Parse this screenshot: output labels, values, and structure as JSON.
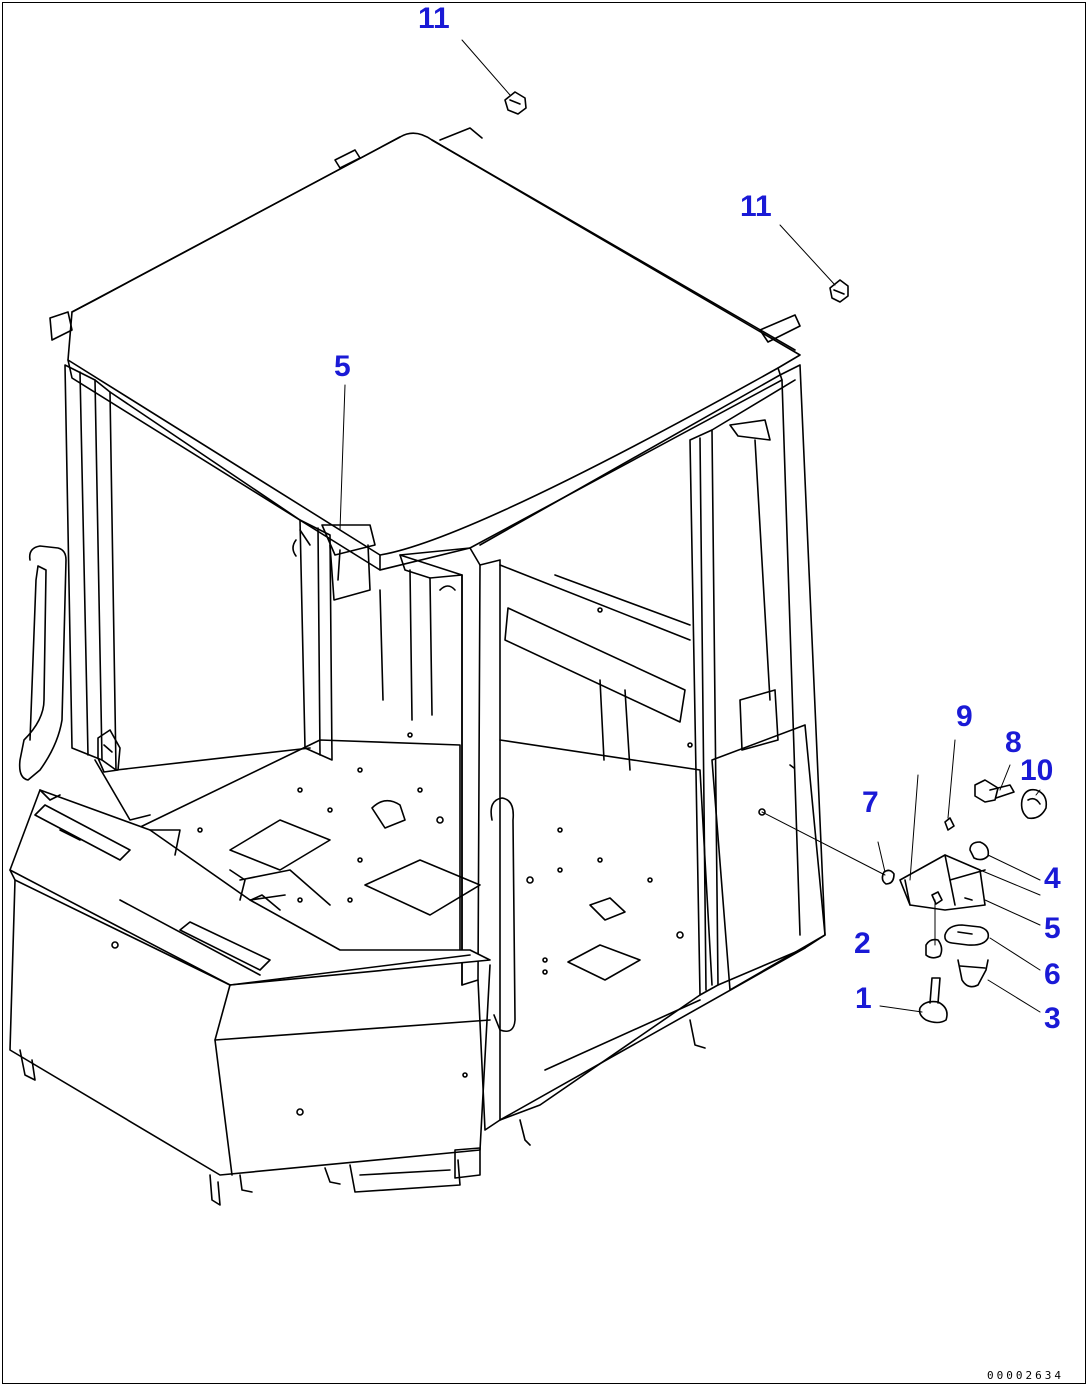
{
  "diagram": {
    "drawing_number": "00002634",
    "callouts": [
      {
        "key": "c11a",
        "label": "11"
      },
      {
        "key": "c11b",
        "label": "11"
      },
      {
        "key": "c5a",
        "label": "5"
      },
      {
        "key": "c9",
        "label": "9"
      },
      {
        "key": "c8",
        "label": "8"
      },
      {
        "key": "c10",
        "label": "10"
      },
      {
        "key": "c7",
        "label": "7"
      },
      {
        "key": "c4",
        "label": "4"
      },
      {
        "key": "c5b",
        "label": "5"
      },
      {
        "key": "c2",
        "label": "2"
      },
      {
        "key": "c6",
        "label": "6"
      },
      {
        "key": "c1",
        "label": "1"
      },
      {
        "key": "c3",
        "label": "3"
      }
    ],
    "colors": {
      "callout": "#1a1ad6",
      "line": "#000000",
      "background": "#ffffff"
    }
  }
}
